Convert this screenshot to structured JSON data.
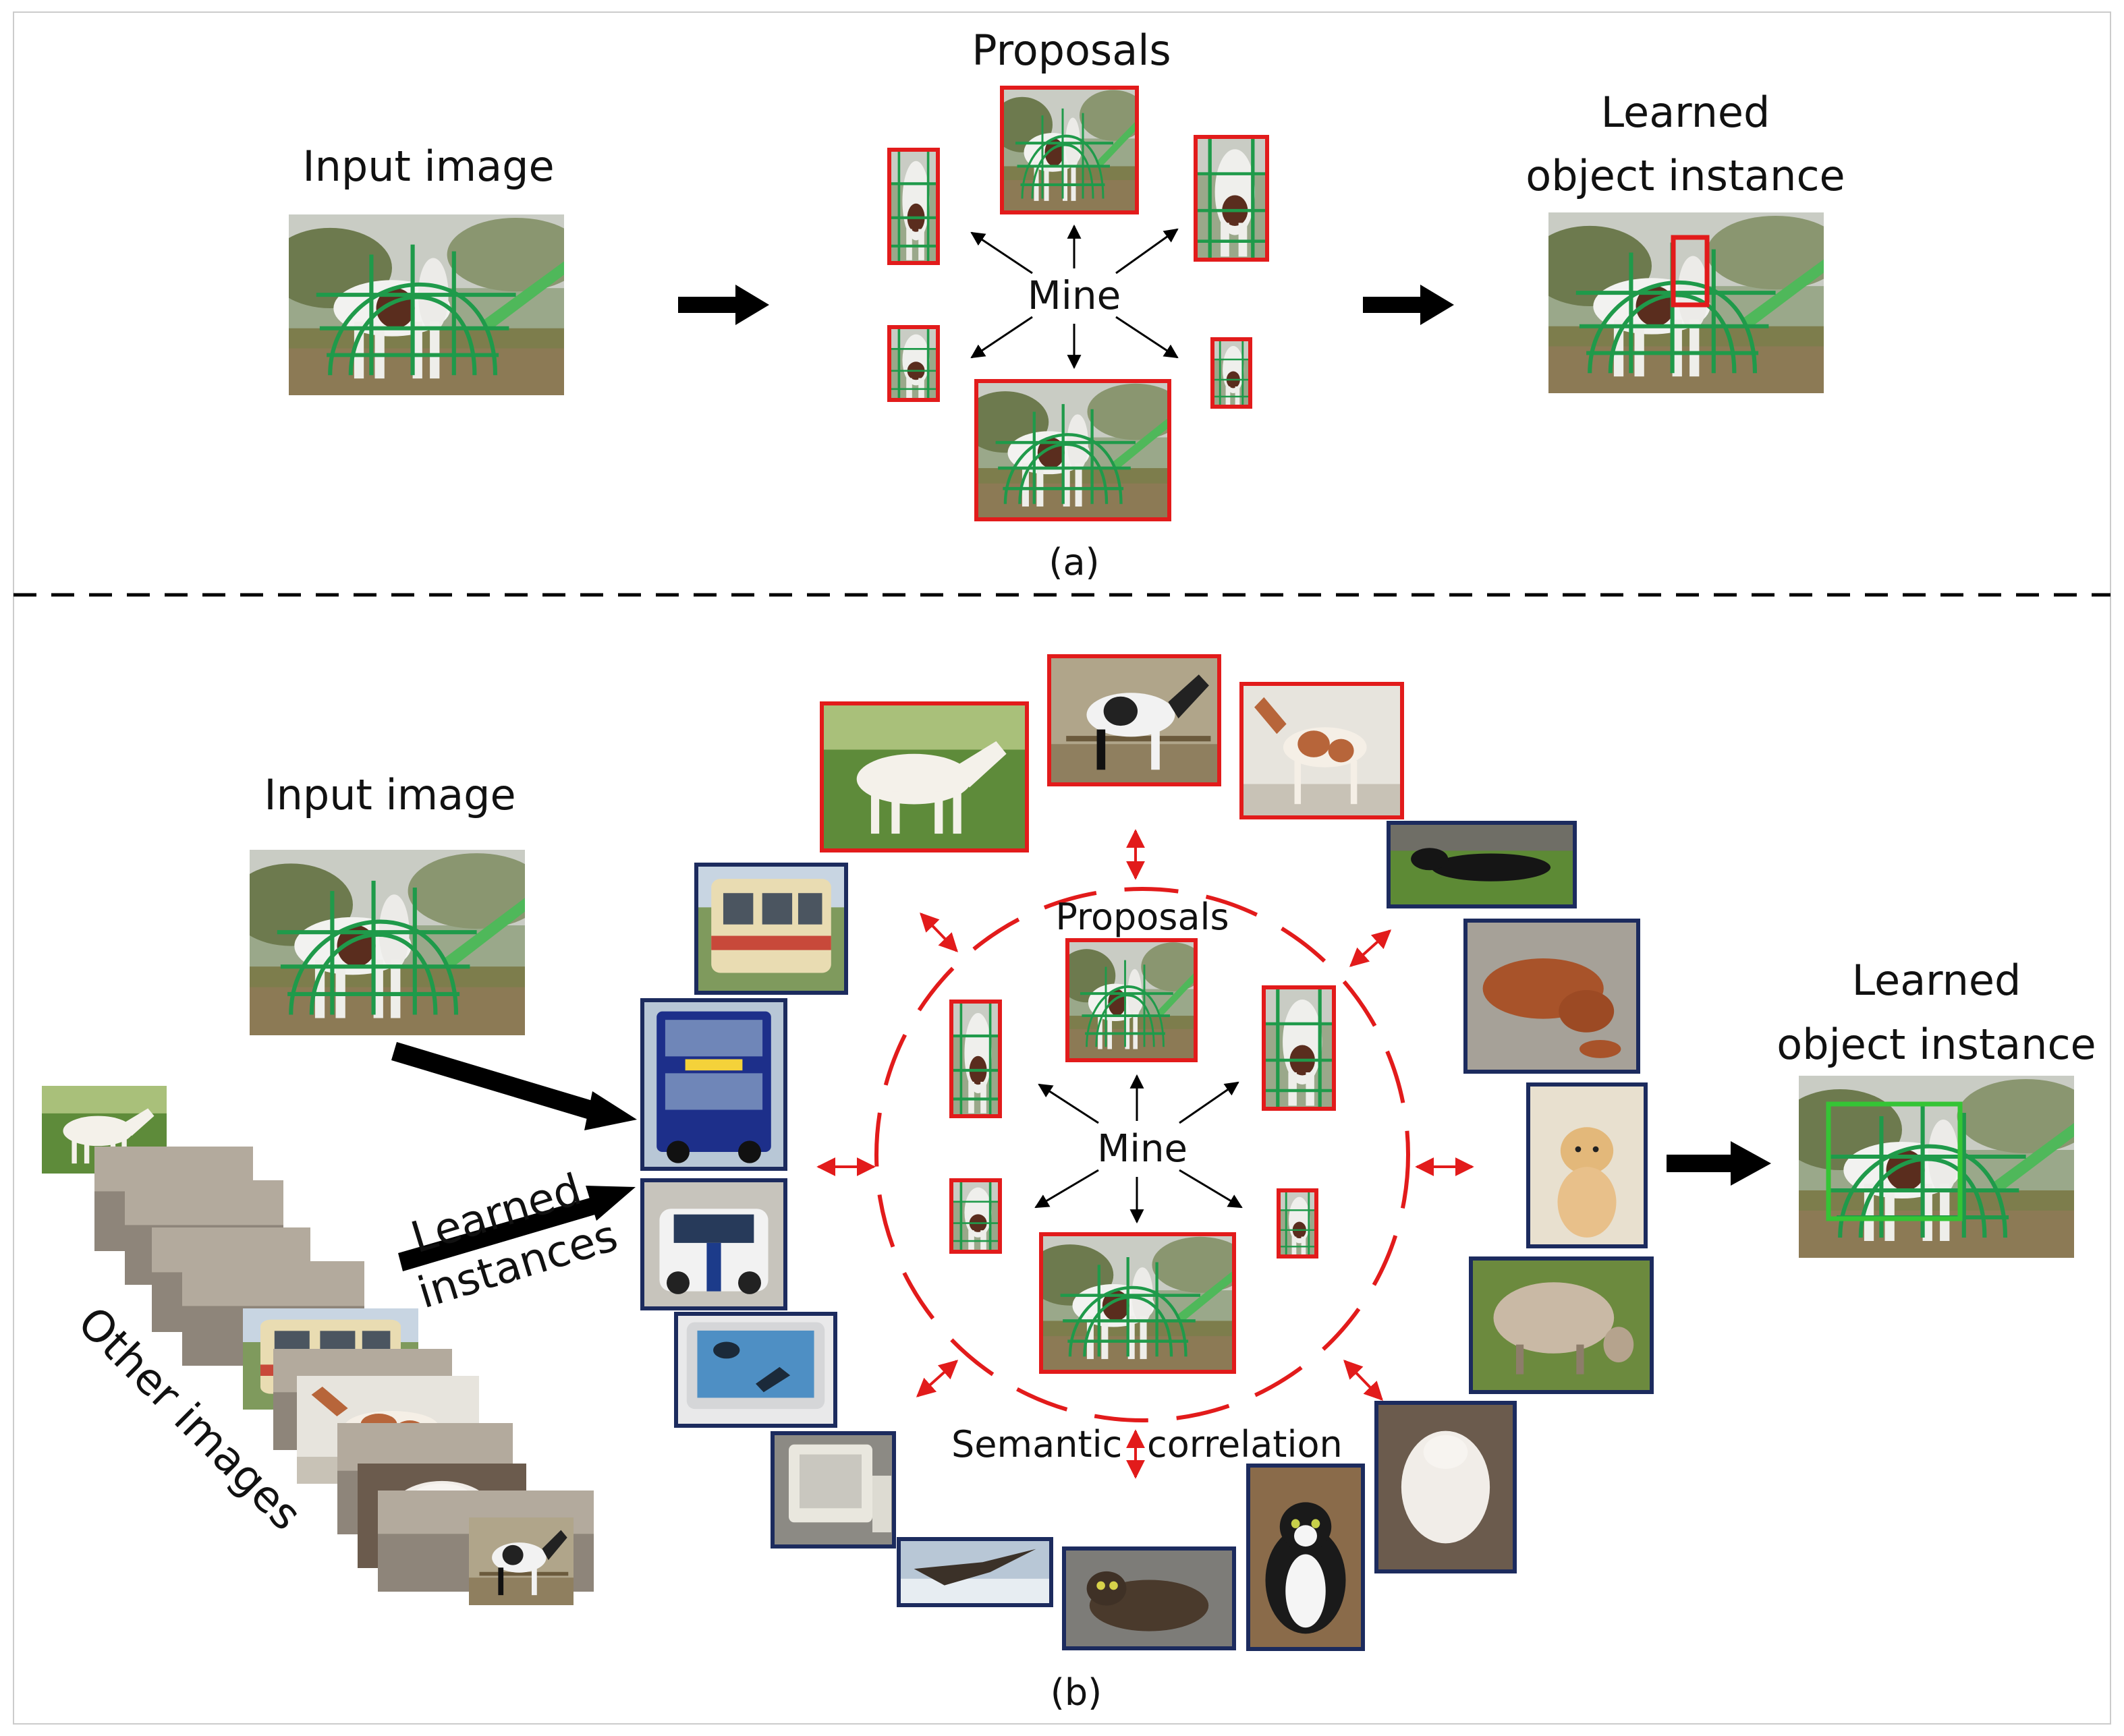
{
  "colors": {
    "proposal_frame": "#e21b1b",
    "other_frame": "#1c2b5e",
    "learned_box_a": "#e21b1b",
    "learned_box_b": "#35c435",
    "arrow_main": "#000000",
    "correlation_arrow": "#e21b1b",
    "circle_dash": "#e21b1b",
    "divider": "#000000",
    "frame_outer": "#cccccc"
  },
  "panel_a": {
    "input_label": "Input image",
    "proposals_label": "Proposals",
    "mine_label": "Mine",
    "learned_label_line1": "Learned",
    "learned_label_line2": "object instance",
    "caption": "(a)"
  },
  "panel_b": {
    "input_label": "Input image",
    "proposals_label": "Proposals",
    "mine_label": "Mine",
    "learned_label_line1": "Learned",
    "learned_label_line2": "object instance",
    "learned_instances_line1": "Learned",
    "learned_instances_line2": "instances",
    "other_images_label": "Other images",
    "semantic_label_left": "Semantic",
    "semantic_label_right": "correlation",
    "caption": "(b)",
    "horse_thumbnails": [
      "white horse",
      "piebald horse",
      "pinto pony"
    ],
    "other_thumbnails": [
      "train",
      "double-decker bus",
      "car",
      "monitor",
      "CRT monitor",
      "bird",
      "tabby cat",
      "black and white cat",
      "white cat",
      "sheep",
      "puppy",
      "brown dog",
      "black dog"
    ]
  },
  "icons": [
    "thick-right-arrow-icon",
    "double-headed-arrow-icon"
  ]
}
